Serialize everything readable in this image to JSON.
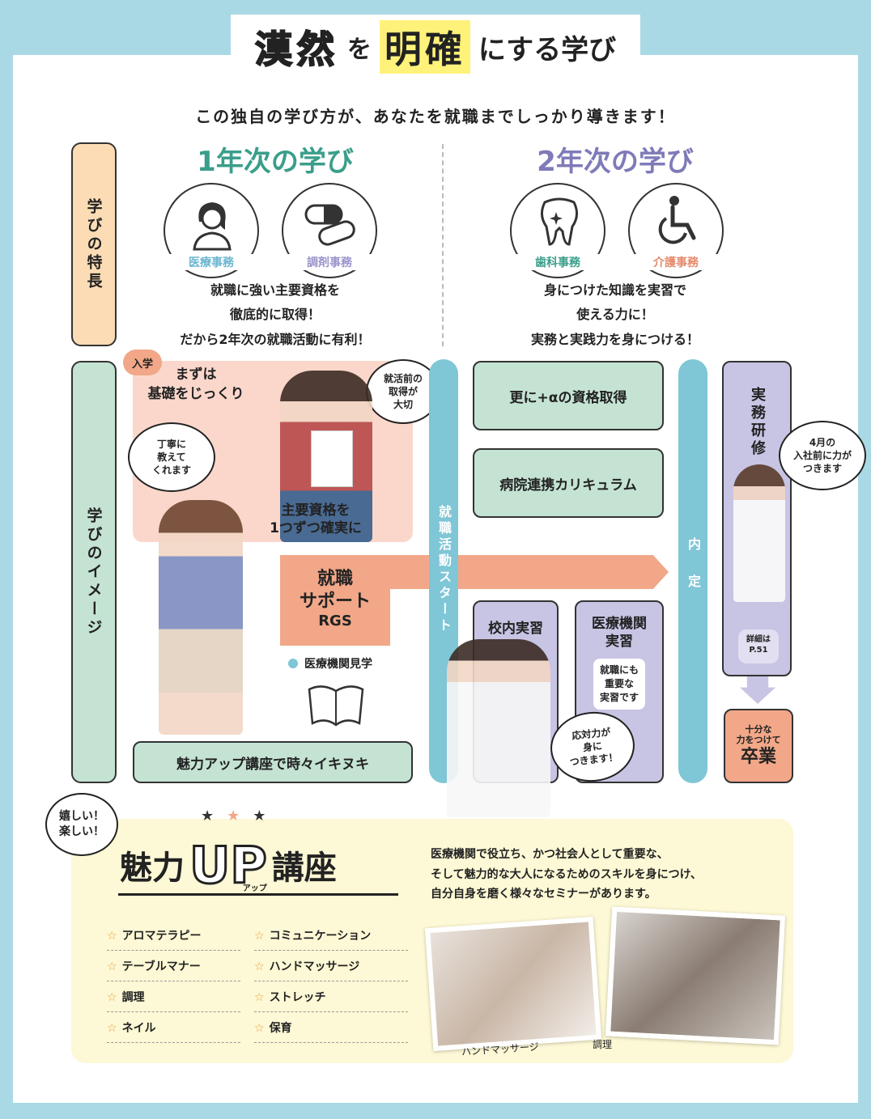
{
  "header": {
    "title_part1": "漠然",
    "title_part2": "を",
    "title_part3": "明確",
    "title_part4": "にする学び",
    "subtitle": "この独自の学び方が、あなたを就職までしっかり導きます！"
  },
  "colors": {
    "frame": "#a9d9e4",
    "year1": "#3a9e8a",
    "year2": "#7f7bb8",
    "features_bg": "#fbdcb4",
    "image_bg": "#c4e3d3",
    "pink_bg": "#fbd7cb",
    "green_box": "#c4e3d3",
    "teal_bar": "#7fc6d6",
    "salmon": "#f1a788",
    "lavender": "#c7c4e4",
    "yellow_bg": "#fdf8d5"
  },
  "side_labels": {
    "features": "学びの特長",
    "image": "学びのイメージ"
  },
  "year1": {
    "title": "1年次の学び",
    "course1": "医療事務",
    "course2": "調剤事務",
    "description": [
      "就職に強い主要資格を",
      "徹底的に取得！",
      "だから2年次の就職活動に有利！"
    ]
  },
  "year2": {
    "title": "2年次の学び",
    "course1": "歯科事務",
    "course2": "介護事務",
    "description": [
      "身につけた知識を実習で",
      "使える力に！",
      "実務と実践力を身につける！"
    ]
  },
  "flow": {
    "entry_tag": "入学",
    "basics": [
      "まずは",
      "基礎をじっくり"
    ],
    "bubble_polite": [
      "丁寧に",
      "教えて",
      "くれます"
    ],
    "bubble_important": [
      "就活前の",
      "取得が",
      "大切"
    ],
    "main_quals": [
      "主要資格を",
      "1つずつ確実に"
    ],
    "support": [
      "就職",
      "サポート",
      "RGS"
    ],
    "visit": "医療機関見学",
    "charm_box": "魅力アップ講座で時々イキヌキ",
    "job_start": "就職活動スタート",
    "extra_qual": "更に+αの資格取得",
    "hospital_curriculum": "病院連携カリキュラム",
    "campus_training": "校内実習",
    "medical_training": [
      "医療機関",
      "実習"
    ],
    "training_note": [
      "就職にも",
      "重要な",
      "実習です"
    ],
    "bubble_response": [
      "応対力が",
      "身に",
      "つきます！"
    ],
    "naitei": "内定",
    "practical_training": "実務研修",
    "bubble_april": [
      "4月の",
      "入社前に力が",
      "つきます"
    ],
    "detail": [
      "詳細は",
      "P.51"
    ],
    "graduation_note": [
      "十分な",
      "力をつけて"
    ],
    "graduation": "卒業"
  },
  "charm_up": {
    "bubble": [
      "嬉しい！",
      "楽しい！"
    ],
    "title_left": "魅力",
    "title_mid": "UP",
    "title_ruby": "アップ",
    "title_right": "講座",
    "description": [
      "医療機関で役立ち、かつ社会人として重要な、",
      "そして魅力的な大人になるためのスキルを身につけ、",
      "自分自身を磨く様々なセミナーがあります。"
    ],
    "seminars_left": [
      "アロマテラピー",
      "テーブルマナー",
      "調理",
      "ネイル"
    ],
    "seminars_right": [
      "コミュニケーション",
      "ハンドマッサージ",
      "ストレッチ",
      "保育"
    ],
    "photo1_caption": "ハンドマッサージ",
    "photo2_caption": "調理"
  }
}
